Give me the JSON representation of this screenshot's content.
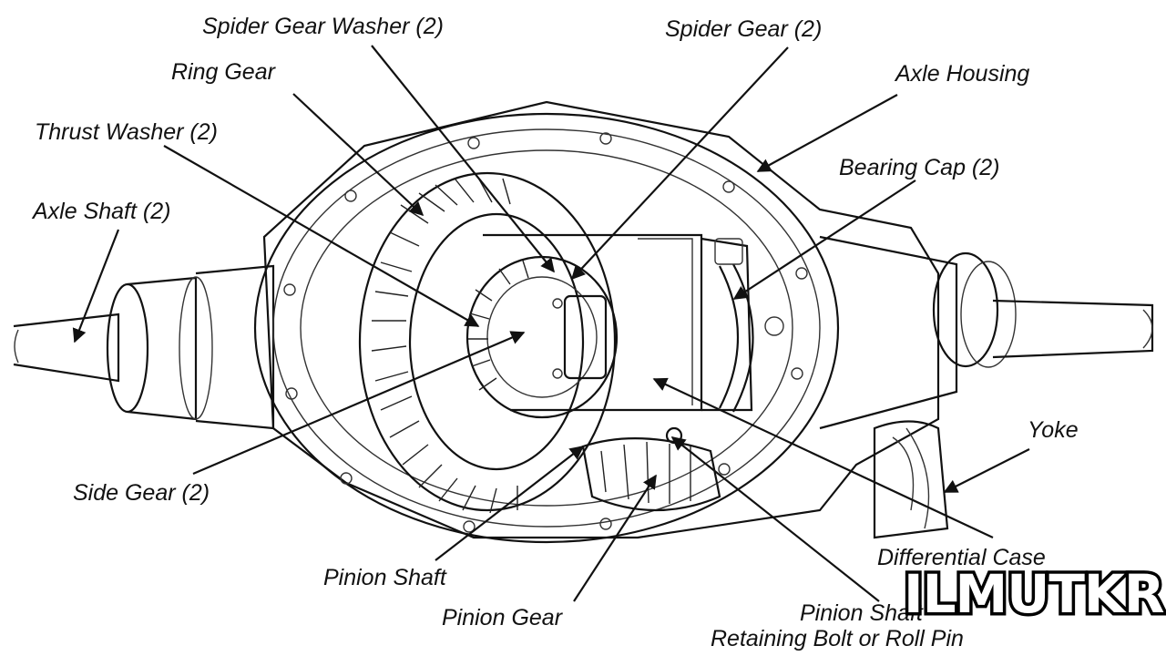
{
  "labels": {
    "spider_gear_washer": "Spider Gear Washer (2)",
    "spider_gear": "Spider Gear (2)",
    "ring_gear": "Ring Gear",
    "axle_housing": "Axle Housing",
    "thrust_washer": "Thrust Washer (2)",
    "bearing_cap": "Bearing Cap (2)",
    "axle_shaft": "Axle Shaft (2)",
    "yoke": "Yoke",
    "side_gear": "Side Gear (2)",
    "differential_case": "Differential Case",
    "pinion_shaft": "Pinion Shaft",
    "pinion_gear": "Pinion Gear",
    "pinion_shaft_bolt_line1": "Pinion Shaft",
    "pinion_shaft_bolt_line2": "Retaining Bolt or Roll Pin"
  },
  "watermark": "ILMUTKR"
}
